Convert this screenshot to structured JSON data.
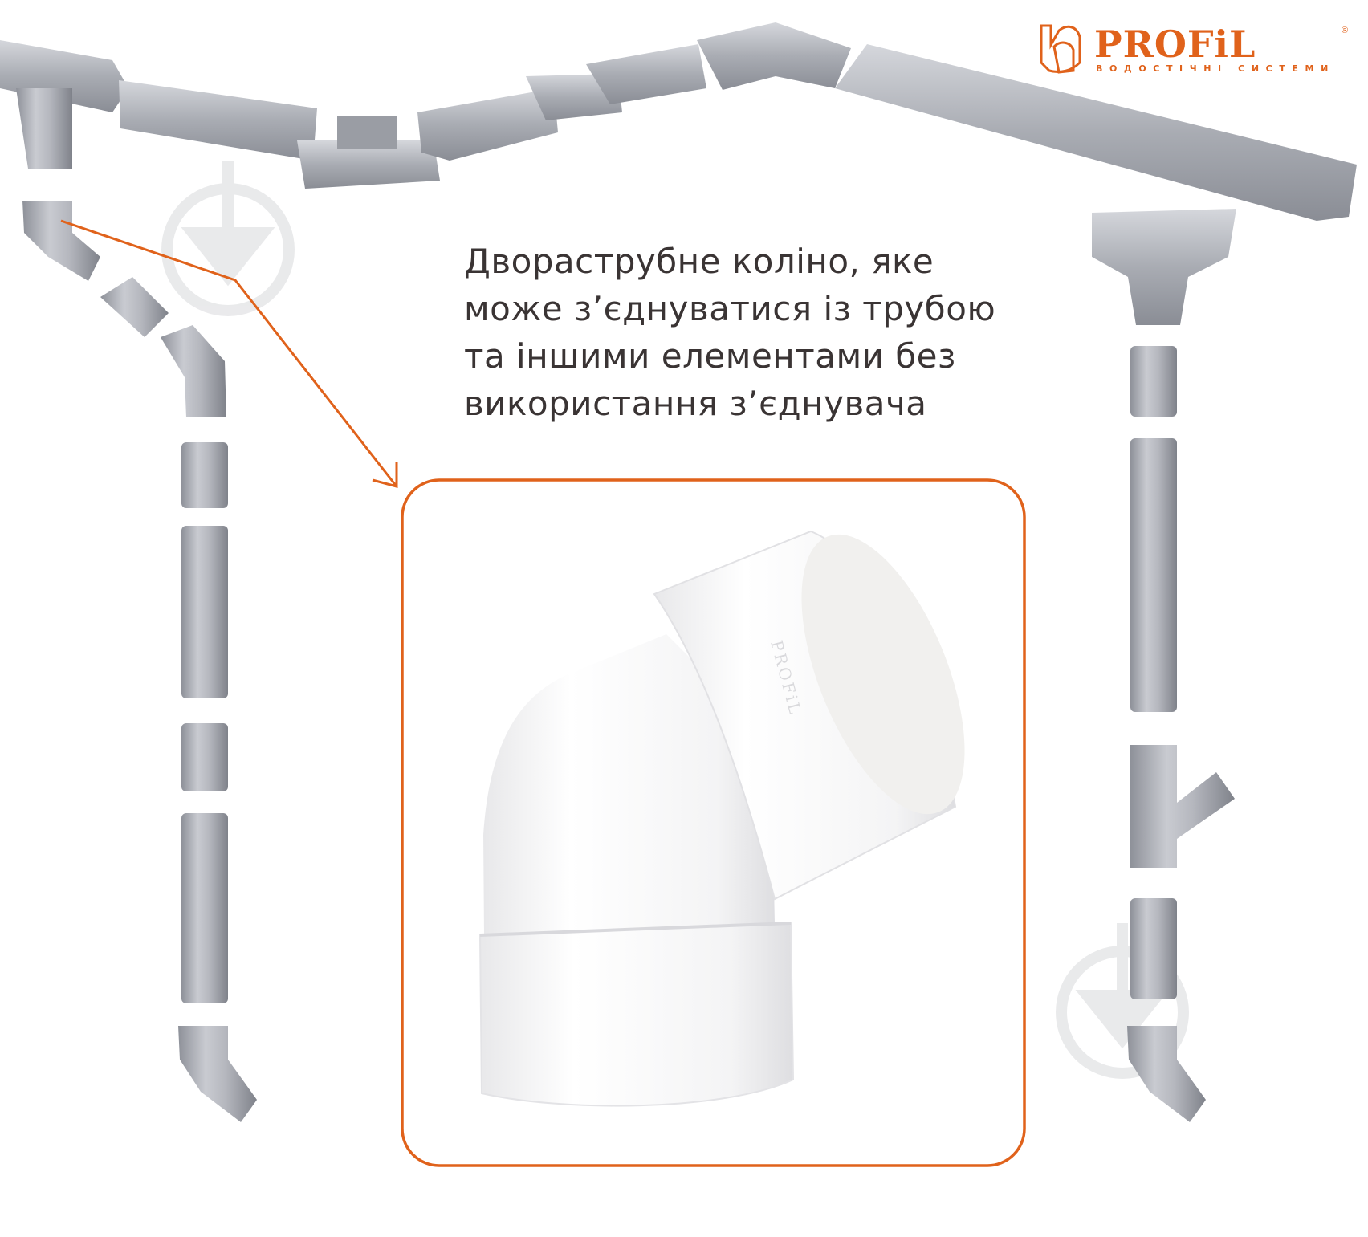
{
  "brand": {
    "name": "PROFiL",
    "tagline": "ВОДОСТІЧНІ СИСТЕМИ",
    "registered_mark": "®",
    "color": "#e0621b"
  },
  "caption": {
    "lines": [
      "Двораструбне коліно, яке",
      "може з’єднуватися із трубою",
      "та іншими елементами без",
      "використання з’єднувача"
    ],
    "color": "#3a3434"
  },
  "highlight": {
    "frame_color": "#e0621b",
    "product": "double-socket-elbow"
  },
  "icons": [
    "download-arrow-icon",
    "download-arrow-icon"
  ]
}
